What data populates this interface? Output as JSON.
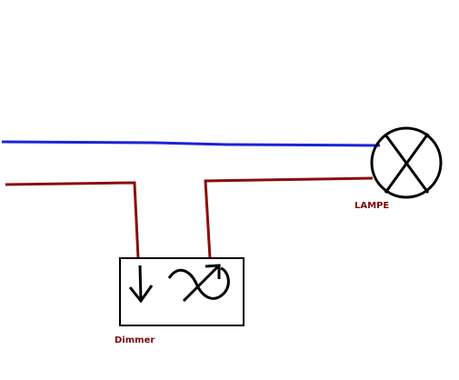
{
  "labels": {
    "lamp": "LAMPE",
    "dimmer": "Dimmer"
  },
  "colors": {
    "neutral_wire": "#1a24d6",
    "phase_wire": "#8b0d0d",
    "symbol": "#000000",
    "label_text": "#7a0a0a"
  },
  "components": [
    {
      "type": "lamp",
      "symbol": "circle-with-cross"
    },
    {
      "type": "dimmer",
      "symbols": [
        "down-arrow",
        "dimmer-curve"
      ]
    }
  ]
}
